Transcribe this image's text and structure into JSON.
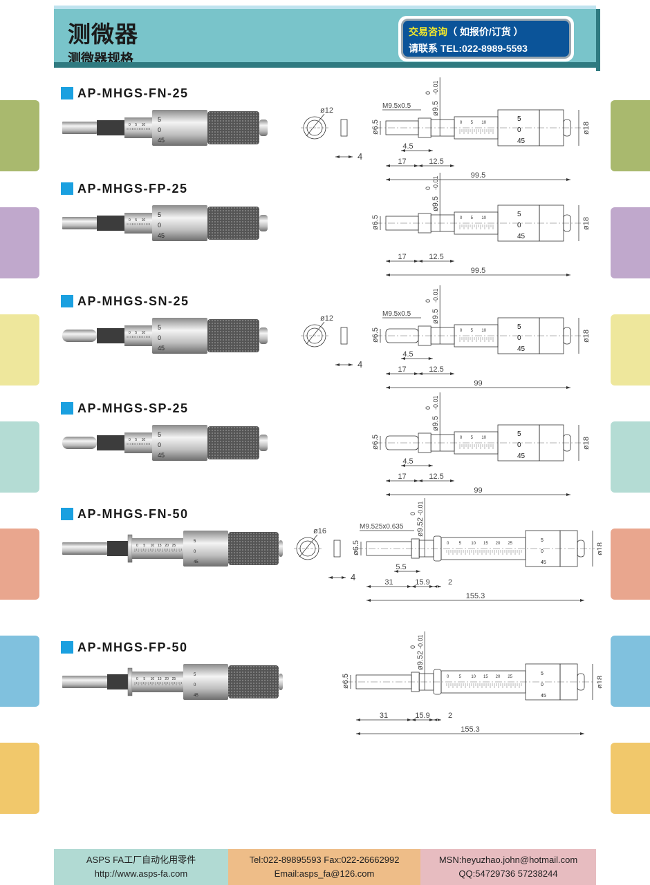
{
  "header": {
    "title": "测微器",
    "subtitle": "测微器规格",
    "contact": {
      "highlight": "交易咨询",
      "note": "（ 如报价/订货 ）",
      "line2": "请联系 TEL:022-8989-5593"
    }
  },
  "colors": {
    "header": "#79c4ca",
    "accent": "#1aa0e0",
    "contact_bg": "#0b5499",
    "tabs": [
      "#a9b96e",
      "#c0a8cc",
      "#eee79c",
      "#b4dcd4",
      "#e9a68e",
      "#80c1de",
      "#f1c86b"
    ]
  },
  "photo_scale": {
    "sleeve": [
      "0",
      "5",
      "10"
    ],
    "sleeve_long": [
      "0",
      "5",
      "10",
      "15",
      "20",
      "25"
    ],
    "thimble": [
      "5",
      "0",
      "45"
    ]
  },
  "products": [
    {
      "name": "AP-MHGS-FN-25",
      "series": "25",
      "tip": "flat",
      "ring": "ø12",
      "ring_w": "4",
      "thread": "M9.5x0.5",
      "dia": "ø9.5",
      "tol_up": "0",
      "tol_low": "-0.01",
      "spindle": "ø6.5",
      "body": "ø18",
      "d_thread": "4.5",
      "d_a": "17",
      "d_b": "12.5",
      "total": "99.5"
    },
    {
      "name": "AP-MHGS-FP-25",
      "series": "25",
      "tip": "flat",
      "dia": "ø9.5",
      "tol_up": "0",
      "tol_low": "-0.01",
      "spindle": "ø6.5",
      "body": "ø18",
      "d_a": "17",
      "d_b": "12.5",
      "total": "99.5"
    },
    {
      "name": "AP-MHGS-SN-25",
      "series": "25",
      "tip": "round",
      "ring": "ø12",
      "ring_w": "4",
      "thread": "M9.5x0.5",
      "dia": "ø9.5",
      "tol_up": "0",
      "tol_low": "-0.01",
      "spindle": "ø6.5",
      "body": "ø18",
      "d_thread": "4.5",
      "d_a": "17",
      "d_b": "12.5",
      "total": "99"
    },
    {
      "name": "AP-MHGS-SP-25",
      "series": "25",
      "tip": "round",
      "dia": "ø9.5",
      "tol_up": "0",
      "tol_low": "-0.01",
      "spindle": "ø6.5",
      "body": "ø18",
      "d_thread": "4.5",
      "d_a": "17",
      "d_b": "12.5",
      "total": "99"
    },
    {
      "name": "AP-MHGS-FN-50",
      "series": "50",
      "tip": "flat",
      "ring": "ø16",
      "ring_w": "4",
      "thread": "M9.525x0.635",
      "dia": "ø9.52",
      "tol_up": "0",
      "tol_low": "-0.01",
      "spindle": "ø6.5",
      "body": "ø18",
      "d_thread": "5.5",
      "d_a": "31",
      "d_b": "15.9",
      "d_c": "2",
      "total": "155.3"
    },
    {
      "name": "AP-MHGS-FP-50",
      "series": "50",
      "tip": "flat",
      "dia": "ø9.52",
      "tol_up": "0",
      "tol_low": "-0.01",
      "spindle": "ø6.5",
      "body": "ø18",
      "d_a": "31",
      "d_b": "15.9",
      "d_c": "2",
      "total": "155.3"
    }
  ],
  "footer": {
    "company": "ASPS  FA工厂自动化用零件",
    "url": "http://www.asps-fa.com",
    "tel": "Tel:022-89895593    Fax:022-26662992",
    "email": "Email:asps_fa@126.com",
    "msn": "MSN:heyuzhao.john@hotmail.com",
    "qq": "QQ:54729736   57238244"
  }
}
